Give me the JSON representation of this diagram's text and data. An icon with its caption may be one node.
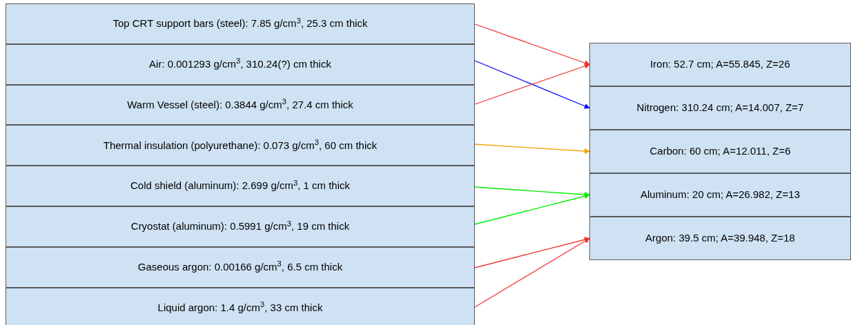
{
  "diagram": {
    "nodes": [
      {
        "text": [
          "Top CRT support bars (steel): 7.85 g/cm$^{3}$, 25.3 cm thick"
        ]
      },
      {
        "text": [
          "Air: 0.001293 g/cm$^{3}$, 310.24(?) cm thick"
        ]
      },
      {
        "text": [
          "Warm Vessel (steel): 0.3844 g/cm$^{3}$, 27.4 cm thick"
        ]
      },
      {
        "text": [
          "Thermal insulation (polyurethane): 0.073 g/cm$^{3}$, 60 cm thick"
        ]
      },
      {
        "text": [
          "Cold shield (aluminum): 2.699 g/cm$^{3}$, 1 cm thick"
        ]
      },
      {
        "text": [
          "Cryostat (aluminum): 0.5991 g/cm$^{3}$, 19 cm thick"
        ]
      },
      {
        "text": [
          "Gaseous argon: 0.00166 g/cm$^{3}$, 6.5 cm thick"
        ]
      },
      {
        "text": [
          "Liquid argon: 1.4 g/cm$^{3}$, 33 cm thick"
        ]
      },
      {
        "text": [
          "Iron: 52.7 cm; A=55.845, Z=26"
        ]
      },
      {
        "text": [
          "Nitrogen: 310.24 cm; A=14.007, Z=7"
        ]
      },
      {
        "text": [
          "Carbon: 60 cm; A=12.011, Z=6"
        ]
      },
      {
        "text": [
          "Aluminum: 20 cm; A=26.982, Z=13"
        ]
      },
      {
        "text": [
          "Argon: 39.5 cm; A=39.948, Z=18"
        ]
      }
    ],
    "edges": [
      {
        "from": 0,
        "to": 8,
        "arrow": "to"
      },
      {
        "from": 1,
        "to": 9,
        "arrow": "to",
        "color": "#0000ff"
      },
      {
        "from": 2,
        "to": 8,
        "arrow": "to"
      },
      {
        "from": 3,
        "to": 10,
        "arrow": "to",
        "color": "#f4a300"
      },
      {
        "from": 4,
        "to": 11,
        "arrow": "to",
        "color": "#00ee00"
      },
      {
        "from": 5,
        "to": 11,
        "arrow": "to",
        "color": "#00ee00"
      },
      {
        "from": 6,
        "to": 12,
        "arrow": "to"
      },
      {
        "from": 7,
        "to": 12,
        "arrow": "to"
      }
    ]
  }
}
